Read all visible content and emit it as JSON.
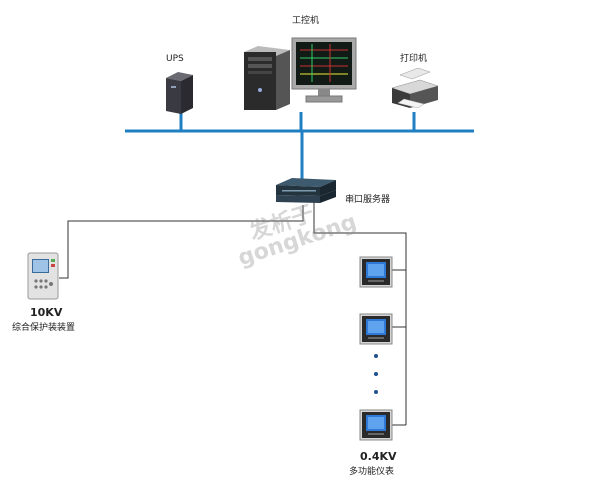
{
  "labels": {
    "ipc": "工控机",
    "ups": "UPS",
    "printer": "打印机",
    "serial_server": "串口服务器",
    "relay_voltage": "10KV",
    "relay_name": "综合保护装装置",
    "meter_voltage": "0.4KV",
    "meter_name": "多功能仪表"
  },
  "watermark": {
    "line1": "发析于",
    "line2": "gongkong",
    "registered": "®"
  },
  "colors": {
    "network_bus": "#1f7fc2",
    "wire": "#333333"
  }
}
